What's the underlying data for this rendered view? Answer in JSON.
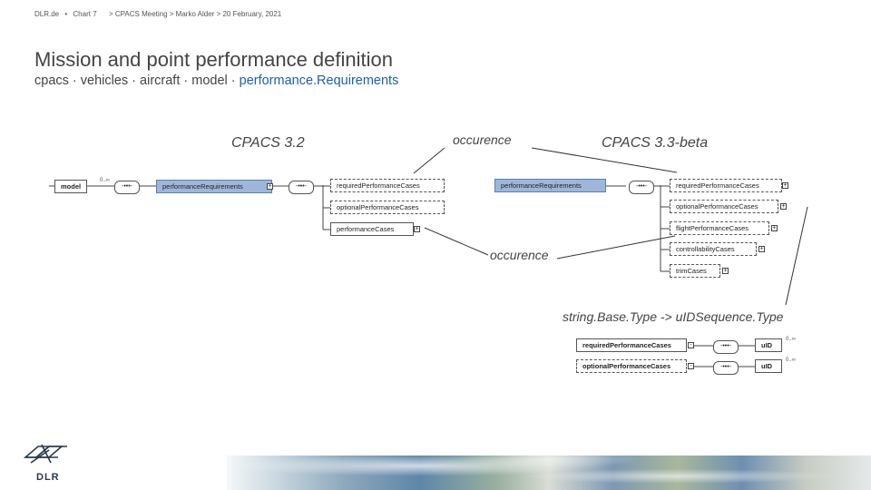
{
  "header": {
    "source": "DLR.de",
    "separator": "•",
    "chart": "Chart 7",
    "meta": "> CPACS Meeting > Marko Alder > 20 February, 2021"
  },
  "title": "Mission and point performance definition",
  "breadcrumb": {
    "prefix": "cpacs · vehicles · aircraft  · model · ",
    "highlight": "performance.Requirements"
  },
  "labels": {
    "v32": "CPACS 3.2",
    "v33": "CPACS 3.3-beta",
    "occurence_top": "occurence",
    "occurence_mid": "occurence",
    "type_change": "string.Base.Type -> uIDSequence.Type"
  },
  "left_diagram": {
    "model": "model",
    "perf_req": "performanceRequirements",
    "children": [
      "requiredPerformanceCases",
      "optionalPerformanceCases",
      "performanceCases"
    ]
  },
  "right_diagram": {
    "perf_req": "performanceRequirements",
    "children": [
      "requiredPerformanceCases",
      "optionalPerformanceCases",
      "flightPerformanceCases",
      "controllabilityCases",
      "trimCases"
    ]
  },
  "bottom_diagram": {
    "rows": [
      "requiredPerformanceCases",
      "optionalPerformanceCases"
    ],
    "uid": "uID",
    "seq_symbol": "-•••-",
    "mult": "0..∞"
  },
  "footer": {
    "logo_text": "DLR"
  },
  "colors": {
    "selected": "#9db7da",
    "highlight_text": "#1f5fa8"
  }
}
